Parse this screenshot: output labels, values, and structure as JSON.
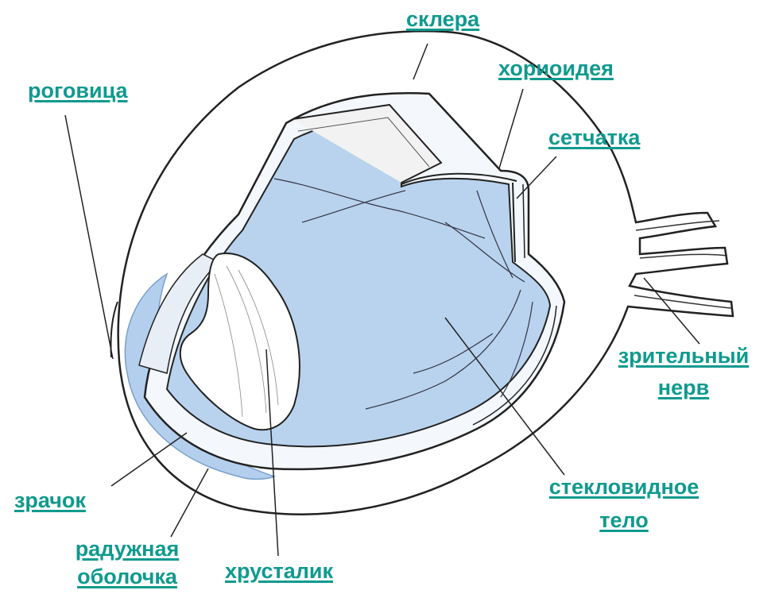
{
  "colors": {
    "label": "#0f9a8e",
    "vitreous": "#b9d3ee",
    "iris": "#b4cfee",
    "outline": "#222222",
    "lens": "#ffffff"
  },
  "labels": {
    "sclera": "склера",
    "choroid": "хориоидея",
    "cornea": "роговица",
    "retina": "сетчатка",
    "optic_nerve_1": "зрительный",
    "optic_nerve_2": "нерв",
    "vitreous_1": "стекловидное",
    "vitreous_2": "тело",
    "pupil": "зрачок",
    "iris_1": "радужная",
    "iris_2": "оболочка",
    "lens": "хрусталик"
  }
}
